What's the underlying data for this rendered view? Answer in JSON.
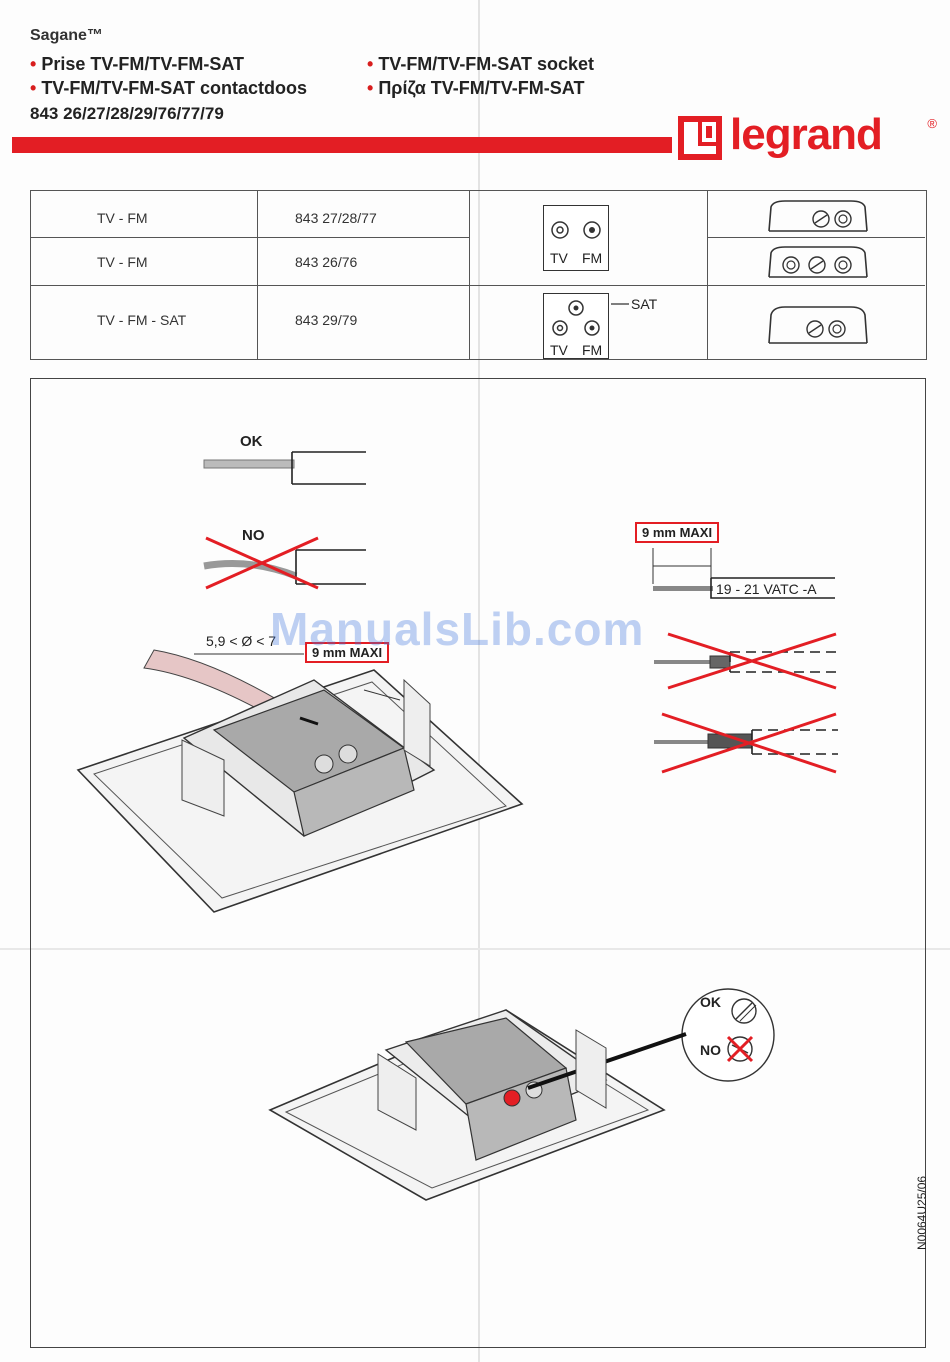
{
  "header": {
    "brand": "Sagane™",
    "lines": [
      "Prise TV-FM/TV-FM-SAT",
      "TV-FM/TV-FM-SAT socket",
      "TV-FM/TV-FM-SAT contactdoos",
      "Πρίζα TV-FM/TV-FM-SAT"
    ],
    "bullet": "•",
    "codes": "843 26/27/28/29/76/77/79",
    "logo_text": "legrand",
    "logo_reg": "®"
  },
  "colors": {
    "accent": "#e31e24",
    "ink": "#222222"
  },
  "table": {
    "rows": [
      {
        "type": "TV - FM",
        "ref": "843 27/28/77"
      },
      {
        "type": "TV - FM",
        "ref": "843 26/76"
      },
      {
        "type": "TV - FM - SAT",
        "ref": "843 29/79"
      }
    ],
    "module_labels": {
      "tv": "TV",
      "fm": "FM",
      "sat": "SAT"
    }
  },
  "diagram": {
    "ok": "OK",
    "no": "NO",
    "diameter": "5,9 < Ø < 7",
    "max_strip": "9 mm MAXI",
    "voltage": "19 - 21 VATC -A",
    "watermark": "ManualsLib.com"
  },
  "doc_number": "N0064U25/06"
}
